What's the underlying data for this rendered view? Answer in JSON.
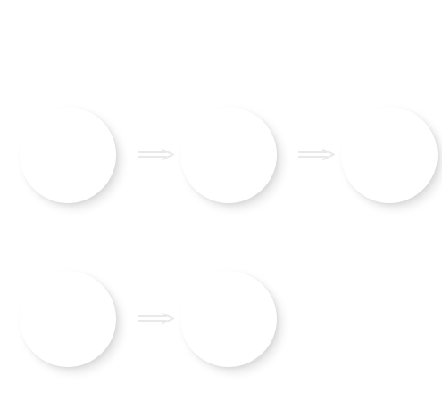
{
  "steps": [
    {
      "id": "step-1",
      "label": ""
    },
    {
      "id": "step-2",
      "label": ""
    },
    {
      "id": "step-3",
      "label": ""
    },
    {
      "id": "step-4",
      "label": ""
    },
    {
      "id": "step-5",
      "label": ""
    }
  ],
  "colors": {
    "background": "#ffffff",
    "node_fill": "#ffffff",
    "connector": "#e9e9e9"
  },
  "icons": {
    "connector": "double-arrow-right-icon"
  }
}
